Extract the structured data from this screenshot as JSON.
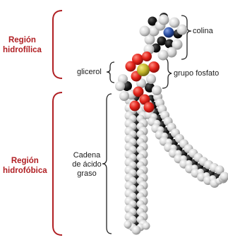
{
  "regions": {
    "hydrophilic": [
      "Región",
      "hidrofílica"
    ],
    "hydrophobic": [
      "Región",
      "hidrofóbica"
    ]
  },
  "labels": {
    "choline": "colina",
    "glycerol": "glicerol",
    "phosphate": "grupo fosfato",
    "chain": [
      "Cadena",
      "de ácido",
      "graso"
    ]
  },
  "colors": {
    "region_text": "#b01e22",
    "bracket_red": "#b01e22",
    "oxygen": "#e2231a",
    "phosphorus": "#c4b62a",
    "nitrogen": "#2b4fa3",
    "carbon": "#151515",
    "hydrogen": "#d8d8d8"
  }
}
